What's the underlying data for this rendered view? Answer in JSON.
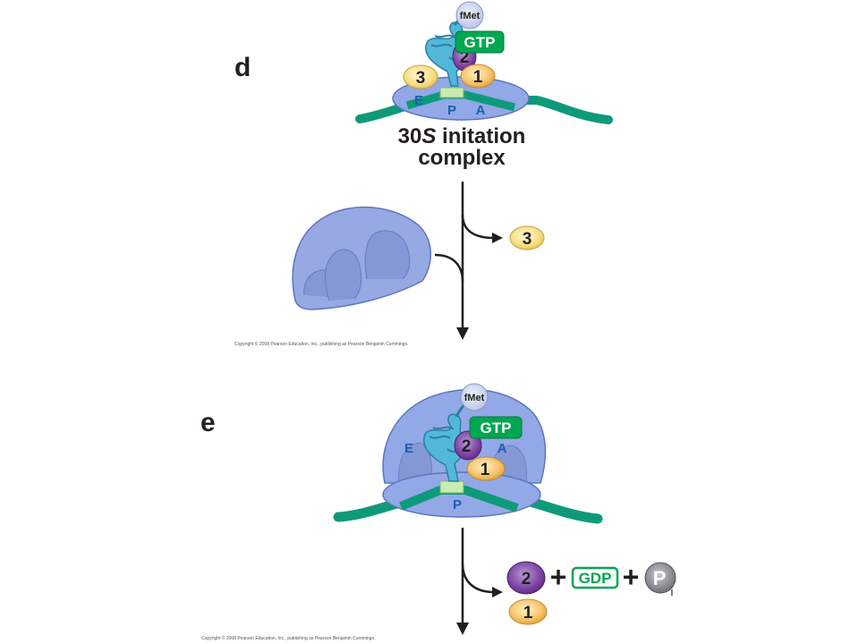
{
  "panel_d": {
    "letter": "d",
    "fmet": "fMet",
    "gtp": "GTP",
    "factors": [
      "3",
      "2",
      "1"
    ],
    "sites": [
      "E",
      "P",
      "A"
    ],
    "caption_prefix": "30",
    "caption_italic": "S",
    "caption_rest": " initation",
    "caption_line2": "complex",
    "copyright": "Copyright © 2008 Pearson Education, Inc., publishing as Pearson Benjamin Cummings."
  },
  "transition": {
    "released_factor": "3"
  },
  "panel_e": {
    "letter": "e",
    "fmet": "fMet",
    "gtp": "GTP",
    "factors": [
      "2",
      "1"
    ],
    "sites": [
      "E",
      "A",
      "P"
    ],
    "copyright": "Copyright © 2008 Pearson Education, Inc., publishing as Pearson Benjamin Cummings."
  },
  "products": {
    "factor2": "2",
    "plus1": "+",
    "gdp": "GDP",
    "plus2": "+",
    "pi": "P",
    "pi_sub": "i",
    "factor1": "1"
  },
  "colors": {
    "ribosome": "#8fa3e2",
    "ribosome_dark": "#6b80c8",
    "mrna": "#0e9a7a",
    "trna": "#4bb4d8",
    "factor1_3": "#f7d382",
    "factor2": "#7b3fa0",
    "gtp": "#00a651",
    "pi": "#8a8f94"
  }
}
